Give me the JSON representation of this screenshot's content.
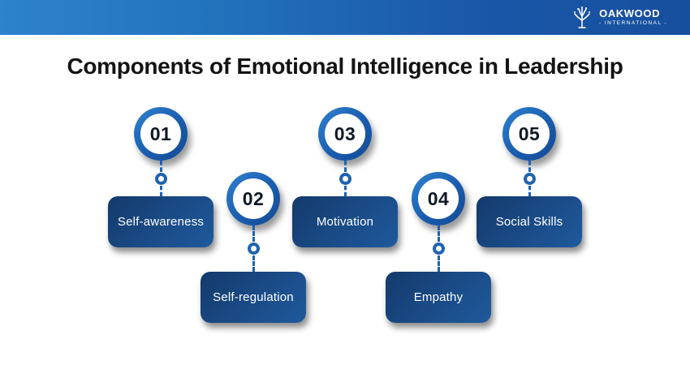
{
  "header": {
    "logo": {
      "name": "OAKWOOD",
      "tagline": "- INTERNATIONAL -",
      "icon": "tree-icon"
    },
    "bg_gradient": [
      "#2e83cd",
      "#174f9e"
    ]
  },
  "title": "Components of Emotional Intelligence in Leadership",
  "items": [
    {
      "number": "01",
      "label": "Self-awareness",
      "row": "top"
    },
    {
      "number": "02",
      "label": "Self-regulation",
      "row": "bottom"
    },
    {
      "number": "03",
      "label": "Motivation",
      "row": "top"
    },
    {
      "number": "04",
      "label": "Empathy",
      "row": "bottom"
    },
    {
      "number": "05",
      "label": "Social Skills",
      "row": "top"
    }
  ],
  "colors": {
    "header_left": "#2e83cd",
    "header_right": "#174f9e",
    "ring_blue": "#1e63b0",
    "box_dark": "#143a6b",
    "box_light": "#1e5a9c",
    "title_text": "#141414",
    "number_text": "#0d1826",
    "label_text": "#ffffff"
  }
}
